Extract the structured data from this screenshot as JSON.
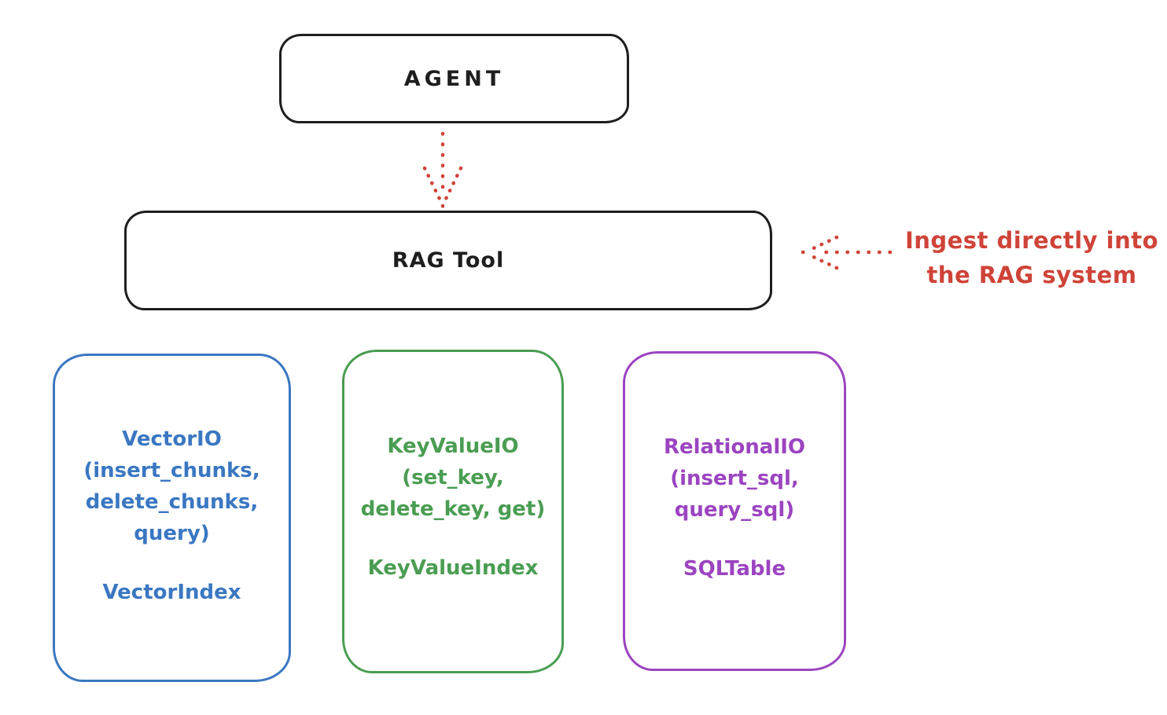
{
  "colors": {
    "ink": "#1e1e1e",
    "red": "#cf4338",
    "blue": "#3a77c2",
    "green": "#4a9d52",
    "purple": "#9b44c0",
    "background": "#ffffff"
  },
  "diagram": {
    "agent": {
      "label": "AGENT"
    },
    "rag_tool": {
      "label": "RAG Tool"
    },
    "agent_to_rag_arrow": {
      "type": "dotted-arrow-down",
      "color": "#cf4338"
    },
    "annotation": {
      "lines": [
        "Ingest directly into",
        "the RAG system"
      ],
      "arrow_type": "dotted-arrow-left",
      "color": "#cf4338"
    },
    "backends": [
      {
        "id": "vector-io",
        "color": "#3a77c2",
        "lines": [
          "VectorIO",
          "(insert_chunks,",
          "delete_chunks,",
          "query)"
        ],
        "index_label": "VectorIndex"
      },
      {
        "id": "keyvalue-io",
        "color": "#4a9d52",
        "lines": [
          "KeyValueIO",
          "(set_key,",
          "delete_key, get)"
        ],
        "index_label": "KeyValueIndex"
      },
      {
        "id": "relational-io",
        "color": "#9b44c0",
        "lines": [
          "RelationalIO",
          "(insert_sql,",
          "query_sql)"
        ],
        "index_label": "SQLTable"
      }
    ]
  }
}
